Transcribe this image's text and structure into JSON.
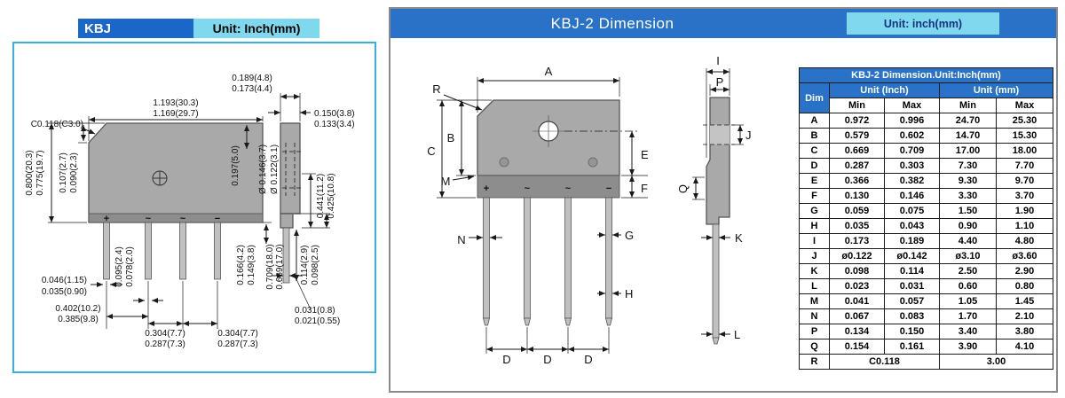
{
  "accent": {
    "blue": "#2a72c8",
    "cyan": "#7fd8ee",
    "left_border": "#35b0e0",
    "right_border": "#8a8a8a"
  },
  "left_panel": {
    "title": "KBJ",
    "unit_label": "Unit: Inch(mm)",
    "polarity": [
      "+",
      "~",
      "~",
      "−"
    ],
    "dims": {
      "i_top_max": "0.189(4.8)",
      "i_top_min": "0.173(4.4)",
      "width_max": "1.193(30.3)",
      "width_min": "1.169(29.7)",
      "chamfer": "C0.118(C3.0)",
      "side_w_max": "0.150(3.8)",
      "side_w_min": "0.133(3.4)",
      "hole_max": "Ø 0.146(3.7)",
      "hole_min": "Ø 0.122(3.1)",
      "height_max": "0.800(20.3)",
      "height_min": "0.775(19.7)",
      "step_max": "0.107(2.7)",
      "step_min": "0.090(2.3)",
      "hole_offset": "0.197(5.0)",
      "tab_h_max": "0.441(11.2)",
      "tab_h_min": "0.425(10.8)",
      "pin_t_max": "0.046(1.15)",
      "pin_t_min": "0.035(0.90)",
      "pin_w2_max": "0.095(2.4)",
      "pin_w2_min": "0.078(2.0)",
      "shoulder_max": "0.166(4.2)",
      "shoulder_min": "0.149(3.8)",
      "pin_len_max": "0.709(18.0)",
      "pin_len_min": "0.669(17.0)",
      "tab_pin_max": "0.114(2.9)",
      "tab_pin_min": "0.098(2.5)",
      "pitch1_max": "0.402(10.2)",
      "pitch1_min": "0.385(9.8)",
      "pitch2_max": "0.304(7.7)",
      "pitch2_min": "0.287(7.3)",
      "pitch3_max": "0.304(7.7)",
      "pitch3_min": "0.287(7.3)",
      "pin_tip_max": "0.031(0.8)",
      "pin_tip_min": "0.021(0.55)"
    }
  },
  "right_panel": {
    "title": "KBJ-2 Dimension",
    "unit_label": "Unit: inch(mm)",
    "polarity": [
      "+",
      "~",
      "~",
      "−"
    ],
    "letters": {
      "R": "R",
      "A": "A",
      "B": "B",
      "C": "C",
      "D": "D",
      "E": "E",
      "F": "F",
      "G": "G",
      "H": "H",
      "I": "I",
      "J": "J",
      "K": "K",
      "L": "L",
      "M": "M",
      "N": "N",
      "P": "P",
      "Q": "Q"
    },
    "table": {
      "title": "KBJ-2 Dimension.Unit:Inch(mm)",
      "dim_header": "Dim",
      "inch_header": "Unit (Inch)",
      "mm_header": "Unit (mm)",
      "min_label": "Min",
      "max_label": "Max",
      "rows": [
        {
          "dim": "A",
          "inch_min": "0.972",
          "inch_max": "0.996",
          "mm_min": "24.70",
          "mm_max": "25.30"
        },
        {
          "dim": "B",
          "inch_min": "0.579",
          "inch_max": "0.602",
          "mm_min": "14.70",
          "mm_max": "15.30"
        },
        {
          "dim": "C",
          "inch_min": "0.669",
          "inch_max": "0.709",
          "mm_min": "17.00",
          "mm_max": "18.00"
        },
        {
          "dim": "D",
          "inch_min": "0.287",
          "inch_max": "0.303",
          "mm_min": "7.30",
          "mm_max": "7.70"
        },
        {
          "dim": "E",
          "inch_min": "0.366",
          "inch_max": "0.382",
          "mm_min": "9.30",
          "mm_max": "9.70"
        },
        {
          "dim": "F",
          "inch_min": "0.130",
          "inch_max": "0.146",
          "mm_min": "3.30",
          "mm_max": "3.70"
        },
        {
          "dim": "G",
          "inch_min": "0.059",
          "inch_max": "0.075",
          "mm_min": "1.50",
          "mm_max": "1.90"
        },
        {
          "dim": "H",
          "inch_min": "0.035",
          "inch_max": "0.043",
          "mm_min": "0.90",
          "mm_max": "1.10"
        },
        {
          "dim": "I",
          "inch_min": "0.173",
          "inch_max": "0.189",
          "mm_min": "4.40",
          "mm_max": "4.80"
        },
        {
          "dim": "J",
          "inch_min": "ø0.122",
          "inch_max": "ø0.142",
          "mm_min": "ø3.10",
          "mm_max": "ø3.60"
        },
        {
          "dim": "K",
          "inch_min": "0.098",
          "inch_max": "0.114",
          "mm_min": "2.50",
          "mm_max": "2.90"
        },
        {
          "dim": "L",
          "inch_min": "0.023",
          "inch_max": "0.031",
          "mm_min": "0.60",
          "mm_max": "0.80"
        },
        {
          "dim": "M",
          "inch_min": "0.041",
          "inch_max": "0.057",
          "mm_min": "1.05",
          "mm_max": "1.45"
        },
        {
          "dim": "N",
          "inch_min": "0.067",
          "inch_max": "0.083",
          "mm_min": "1.70",
          "mm_max": "2.10"
        },
        {
          "dim": "P",
          "inch_min": "0.134",
          "inch_max": "0.150",
          "mm_min": "3.40",
          "mm_max": "3.80"
        },
        {
          "dim": "Q",
          "inch_min": "0.154",
          "inch_max": "0.161",
          "mm_min": "3.90",
          "mm_max": "4.10"
        }
      ],
      "row_r": {
        "dim": "R",
        "inch": "C0.118",
        "mm": "3.00"
      }
    }
  }
}
